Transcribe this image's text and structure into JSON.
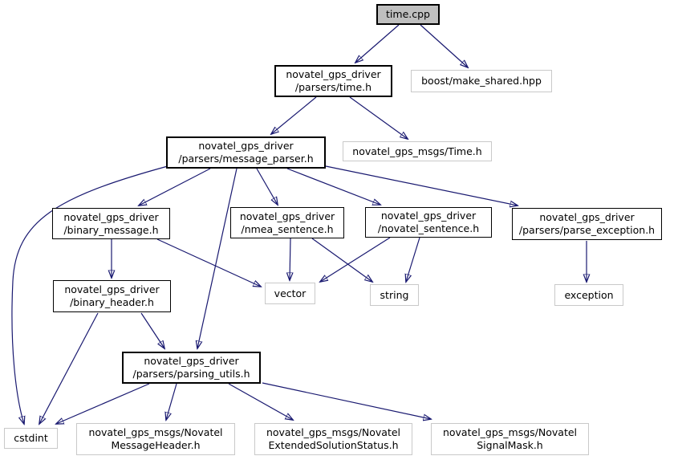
{
  "diagram_type": "include-dependency-graph",
  "colors": {
    "edge": "#191970",
    "node_fill": "#ffffff",
    "focus_node_fill": "#bfbfbf",
    "internal_node_border": "#000000",
    "external_node_border": "#c9c9c9",
    "background": "#ffffff"
  },
  "nodes": {
    "time_cpp": {
      "label": "time.cpp"
    },
    "time_h": {
      "label": "novatel_gps_driver\n/parsers/time.h"
    },
    "boost_make_shared": {
      "label": "boost/make_shared.hpp"
    },
    "msgs_time": {
      "label": "novatel_gps_msgs/Time.h"
    },
    "message_parser": {
      "label": "novatel_gps_driver\n/parsers/message_parser.h"
    },
    "binary_message": {
      "label": "novatel_gps_driver\n/binary_message.h"
    },
    "nmea_sentence": {
      "label": "novatel_gps_driver\n/nmea_sentence.h"
    },
    "novatel_sentence": {
      "label": "novatel_gps_driver\n/novatel_sentence.h"
    },
    "parse_exception": {
      "label": "novatel_gps_driver\n/parsers/parse_exception.h"
    },
    "binary_header": {
      "label": "novatel_gps_driver\n/binary_header.h"
    },
    "vector": {
      "label": "vector"
    },
    "string": {
      "label": "string"
    },
    "exception": {
      "label": "exception"
    },
    "parsing_utils": {
      "label": "novatel_gps_driver\n/parsers/parsing_utils.h"
    },
    "cstdint": {
      "label": "cstdint"
    },
    "msgs_message_header": {
      "label": "novatel_gps_msgs/Novatel\nMessageHeader.h"
    },
    "msgs_extended_solution_status": {
      "label": "novatel_gps_msgs/Novatel\nExtendedSolutionStatus.h"
    },
    "msgs_signal_mask": {
      "label": "novatel_gps_msgs/Novatel\nSignalMask.h"
    }
  },
  "edges": [
    {
      "from": "time_cpp",
      "to": "time_h"
    },
    {
      "from": "time_cpp",
      "to": "boost_make_shared"
    },
    {
      "from": "time_h",
      "to": "message_parser"
    },
    {
      "from": "time_h",
      "to": "msgs_time"
    },
    {
      "from": "message_parser",
      "to": "binary_message"
    },
    {
      "from": "message_parser",
      "to": "nmea_sentence"
    },
    {
      "from": "message_parser",
      "to": "novatel_sentence"
    },
    {
      "from": "message_parser",
      "to": "parse_exception"
    },
    {
      "from": "message_parser",
      "to": "parsing_utils"
    },
    {
      "from": "message_parser",
      "to": "cstdint"
    },
    {
      "from": "binary_message",
      "to": "binary_header"
    },
    {
      "from": "binary_message",
      "to": "vector"
    },
    {
      "from": "nmea_sentence",
      "to": "vector"
    },
    {
      "from": "nmea_sentence",
      "to": "string"
    },
    {
      "from": "novatel_sentence",
      "to": "vector"
    },
    {
      "from": "novatel_sentence",
      "to": "string"
    },
    {
      "from": "parse_exception",
      "to": "exception"
    },
    {
      "from": "binary_header",
      "to": "cstdint"
    },
    {
      "from": "binary_header",
      "to": "parsing_utils"
    },
    {
      "from": "parsing_utils",
      "to": "cstdint"
    },
    {
      "from": "parsing_utils",
      "to": "msgs_message_header"
    },
    {
      "from": "parsing_utils",
      "to": "msgs_extended_solution_status"
    },
    {
      "from": "parsing_utils",
      "to": "msgs_signal_mask"
    }
  ]
}
